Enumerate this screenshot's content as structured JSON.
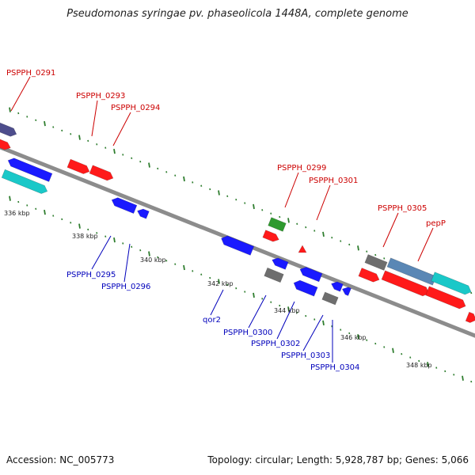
{
  "title": "Pseudomonas syringae pv. phaseolicola 1448A, complete genome",
  "footer": {
    "accession": "Accession: NC_005773",
    "summary": "Topology: circular; Length: 5,928,787 bp; Genes: 5,066"
  },
  "colors": {
    "backbone": "#8c8c8c",
    "forward_label": "#cc0000",
    "reverse_label": "#0000bb",
    "tick": "#2e7d2e",
    "red_feature": "#ff1a1a",
    "blue_feature": "#1a1aff",
    "gray_feature": "#6e6e6e",
    "green_feature": "#2e9a2e",
    "cyan_feature": "#1ac8c8",
    "steel_feature": "#5a87b5",
    "purple_feature": "#4d4d8c"
  },
  "scale_labels": [
    "336 kbp",
    "338 kbp",
    "340 kbp",
    "342 kbp",
    "344 kbp",
    "346 kbp",
    "348 kbp"
  ],
  "forward_labels": [
    "PSPPH_0291",
    "PSPPH_0293",
    "PSPPH_0294",
    "PSPPH_0299",
    "PSPPH_0301",
    "PSPPH_0305",
    "pepP"
  ],
  "reverse_labels": [
    "PSPPH_0295",
    "PSPPH_0296",
    "qor2",
    "PSPPH_0300",
    "PSPPH_0302",
    "PSPPH_0303",
    "PSPPH_0304"
  ]
}
